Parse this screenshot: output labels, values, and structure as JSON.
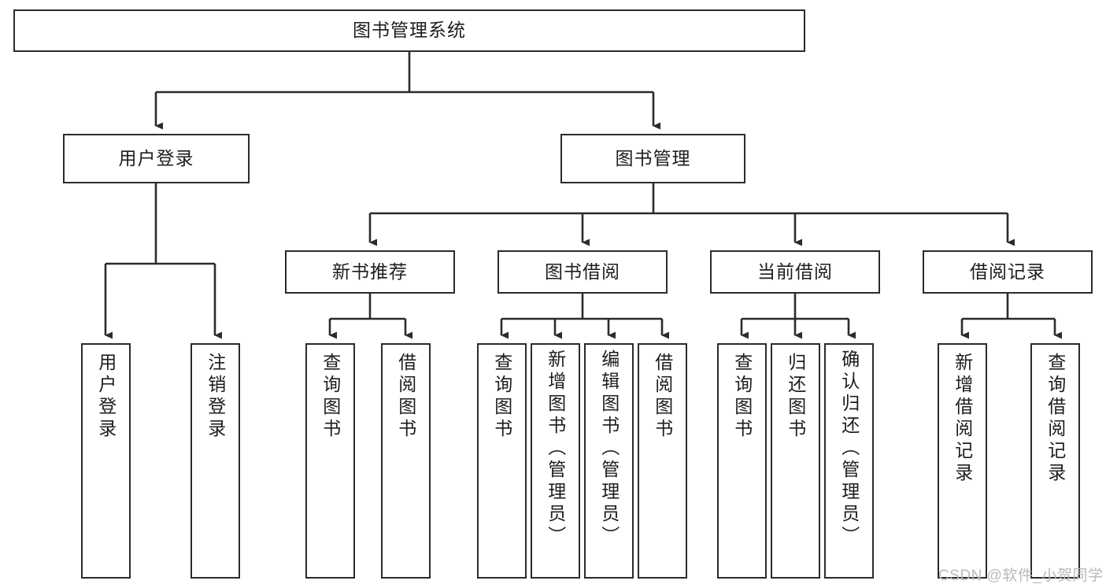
{
  "diagram": {
    "title": "图书管理系统",
    "watermark": "CSDN @软件_小贺同学",
    "line_color": "#2b2b2b",
    "box_fill": "#ffffff",
    "text_color": "#1d1d1d",
    "watermark_color": "#b9b9b9",
    "root": {
      "label": "图书管理系统"
    },
    "level1": [
      {
        "label": "用户登录"
      },
      {
        "label": "图书管理"
      }
    ],
    "level2": [
      {
        "label": "新书推荐"
      },
      {
        "label": "图书借阅"
      },
      {
        "label": "当前借阅"
      },
      {
        "label": "借阅记录"
      }
    ],
    "leaves": {
      "user_login": [
        {
          "label": "用户登录"
        },
        {
          "label": "注销登录"
        }
      ],
      "new_book_recommend": [
        {
          "label": "查询图书"
        },
        {
          "label": "借阅图书"
        }
      ],
      "book_borrow": [
        {
          "label": "查询图书"
        },
        {
          "label": "新增图书（管理员）"
        },
        {
          "label": "编辑图书（管理员）"
        },
        {
          "label": "借阅图书"
        }
      ],
      "current_borrow": [
        {
          "label": "查询图书"
        },
        {
          "label": "归还图书"
        },
        {
          "label": "确认归还（管理员）"
        }
      ],
      "borrow_record": [
        {
          "label": "新增借阅记录"
        },
        {
          "label": "查询借阅记录"
        }
      ]
    }
  }
}
